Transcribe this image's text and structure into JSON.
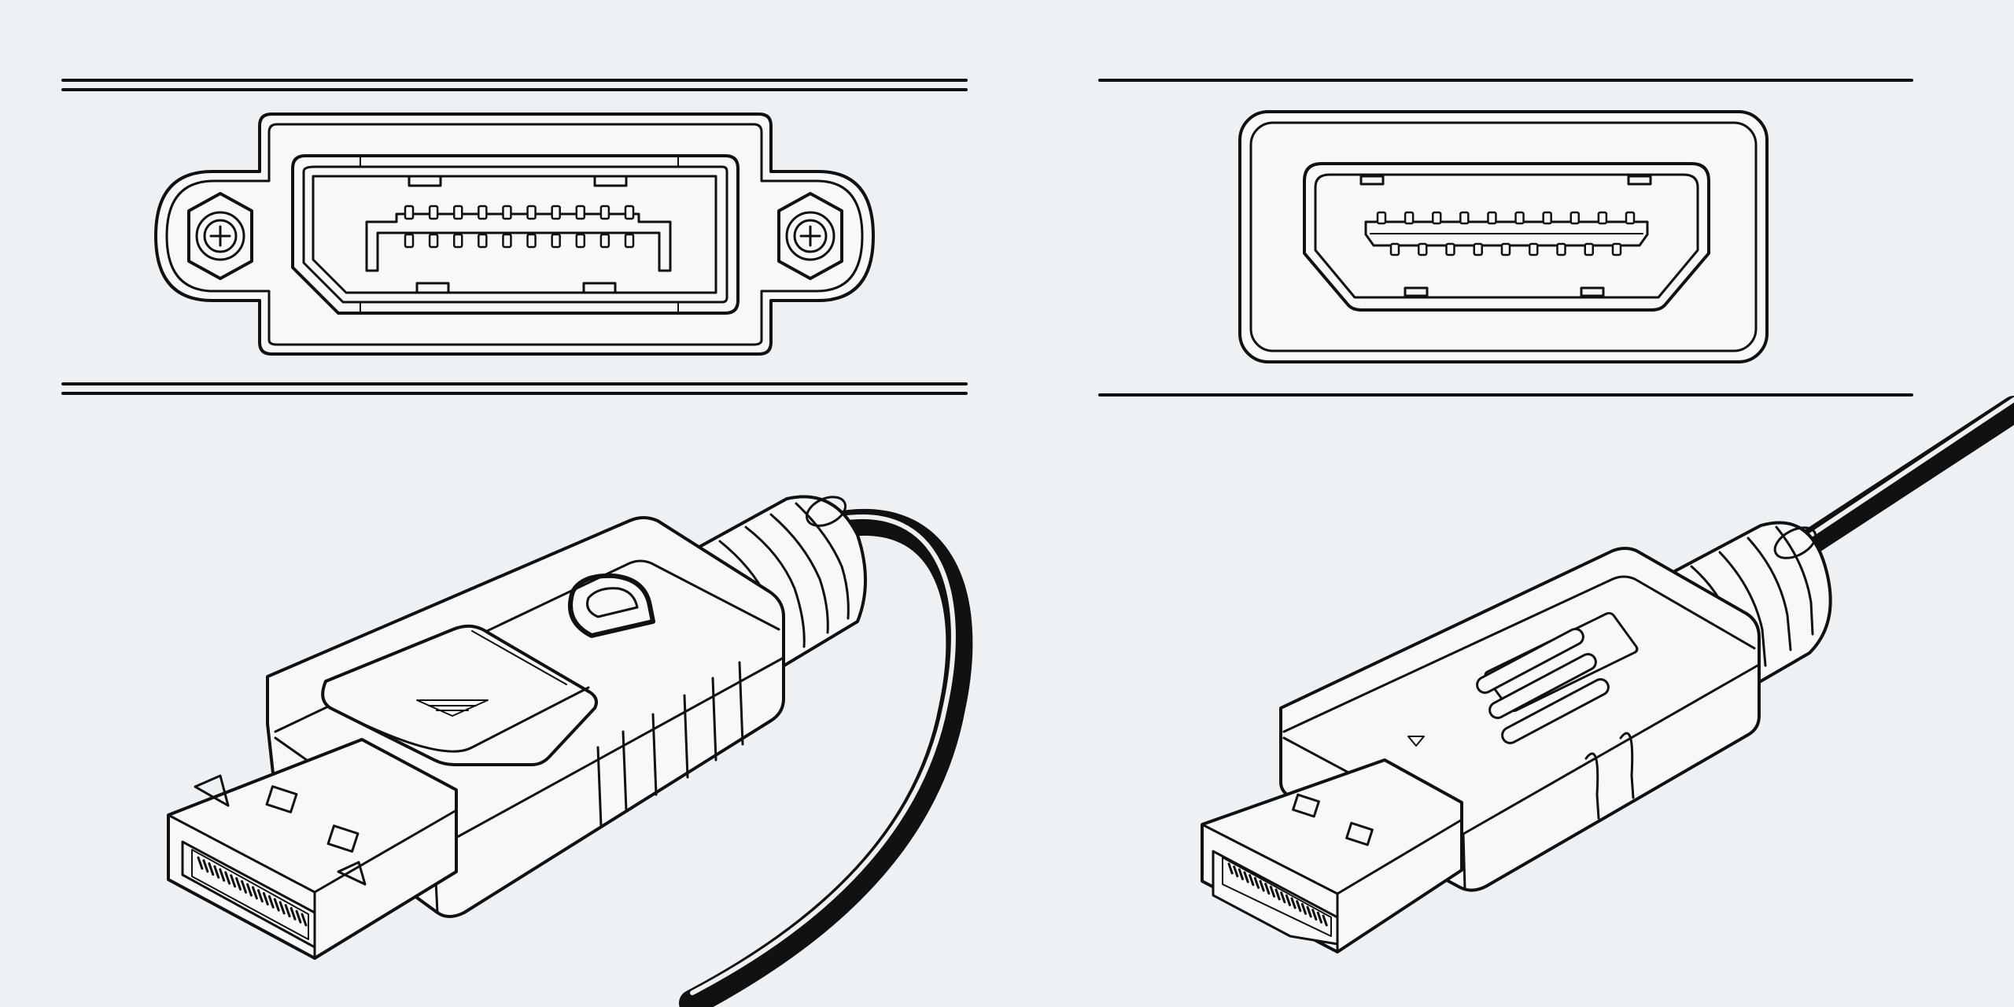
{
  "colors": {
    "background": "#eef1f3",
    "ink": "#111111",
    "face": "#f6f8f9"
  },
  "panels": [
    {
      "name": "displayport-port",
      "icon": "displayport-socket-icon",
      "pin_count": 20,
      "has_screws": true
    },
    {
      "name": "hdmi-port",
      "icon": "hdmi-socket-icon",
      "pin_count": 19,
      "has_screws": false
    },
    {
      "name": "displayport-plug",
      "icon": "displayport-plug-icon",
      "latch": true
    },
    {
      "name": "hdmi-plug",
      "icon": "hdmi-plug-icon",
      "latch": false
    }
  ]
}
